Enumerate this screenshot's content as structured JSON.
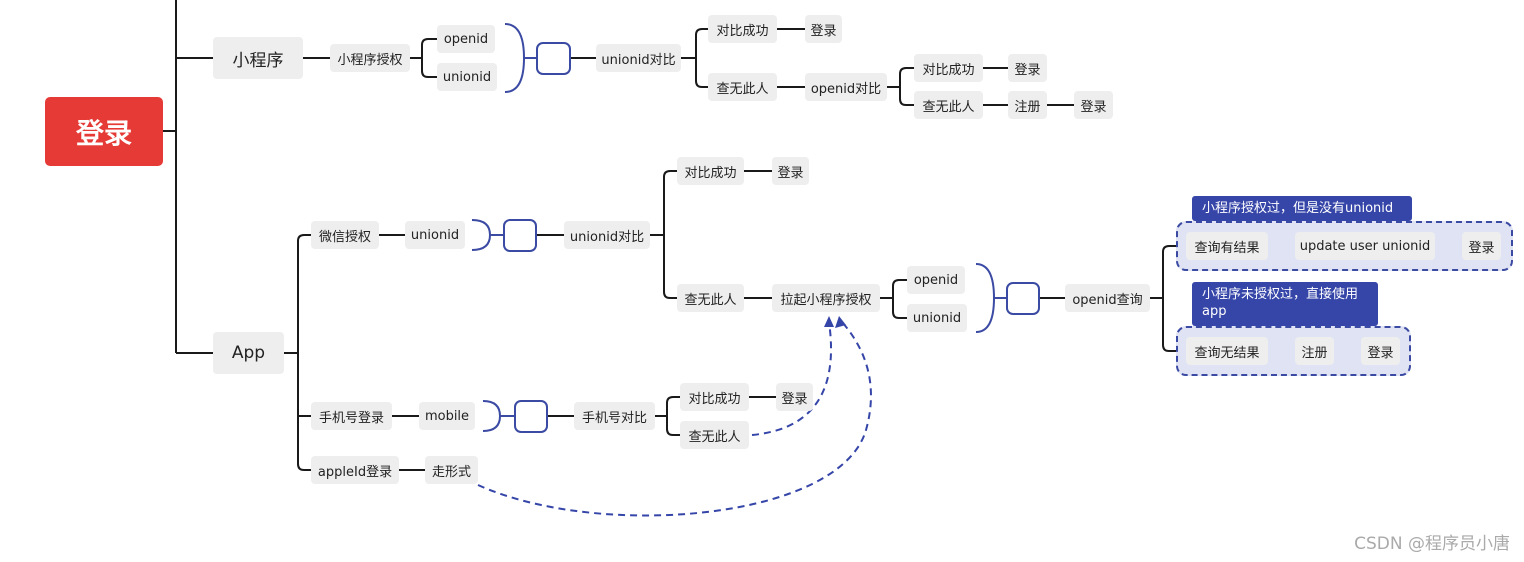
{
  "nodes": {
    "root": "登录",
    "mini": "小程序",
    "app": "App",
    "mini_auth": "小程序授权",
    "mini_openid": "openid",
    "mini_unionid": "unionid",
    "mini_union_cmp": "unionid对比",
    "mini_ok": "对比成功",
    "mini_ok_login": "登录",
    "mini_none": "查无此人",
    "mini_openid_cmp": "openid对比",
    "mini_ok2": "对比成功",
    "mini_ok2_login": "登录",
    "mini_none2": "查无此人",
    "mini_register": "注册",
    "mini_register_login": "登录",
    "wx_auth": "微信授权",
    "wx_unionid": "unionid",
    "wx_union_cmp": "unionid对比",
    "wx_ok": "对比成功",
    "wx_ok_login": "登录",
    "wx_none": "查无此人",
    "wx_pull_mini": "拉起小程序授权",
    "wx_openid": "openid",
    "wx_unionid2": "unionid",
    "wx_openid_query": "openid查询",
    "q_has": "查询有结果",
    "q_update": "update user unionid",
    "q_has_login": "登录",
    "q_none": "查询无结果",
    "q_register": "注册",
    "q_none_login": "登录",
    "phone_login": "手机号登录",
    "phone_mobile": "mobile",
    "phone_cmp": "手机号对比",
    "phone_ok": "对比成功",
    "phone_ok_login": "登录",
    "phone_none": "查无此人",
    "apple_login": "appleId登录",
    "apple_walk": "走形式"
  },
  "callouts": {
    "authorized_no_unionid": "小程序授权过，但是没有unionid",
    "not_authorized_use_app": "小程序未授权过，直接使用app"
  },
  "watermark": "CSDN @程序员小唐",
  "colors": {
    "root": "#e53a35",
    "connector": "#1a1a1a",
    "accent": "#3545a8",
    "node_bg": "#eeeeee",
    "group_bg": "#dfe3f3"
  }
}
